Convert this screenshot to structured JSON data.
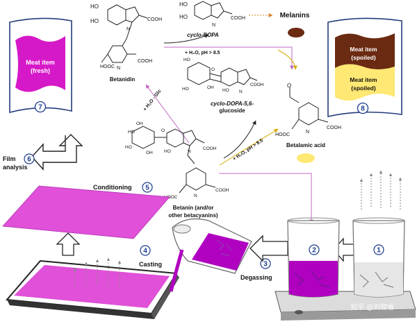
{
  "frames": {
    "fresh": {
      "label_line1": "Meat item",
      "label_line2": "(fresh)",
      "step": "7"
    },
    "spoiled": {
      "top_line1": "Meat item",
      "top_line2": "(spoiled)",
      "bottom_line1": "Meat item",
      "bottom_line2": "(spoiled)",
      "step": "8"
    }
  },
  "molecules": {
    "cyclo_dopa": "cyclo-DOPA",
    "melanins": "Melanins",
    "betanidin": "Betanidin",
    "cyclo_dopa_glucoside_1": "cyclo-DOPA-5,6-",
    "cyclo_dopa_glucoside_2": "glucoside",
    "betalamic_acid": "Betalamic acid",
    "betanin_1": "Betanin (and/or",
    "betanin_2": "other betacyanins)"
  },
  "reactions": {
    "hydrolysis_top": "+ H₂O, pH > 8.5",
    "deglycosylation": "+ H₂O - Glc",
    "hydrolysis_bottom": "+ H₂O, pH > 8.5"
  },
  "steps": {
    "s1": "1",
    "s2": "2",
    "s3": "3",
    "s4": "4",
    "s5": "5",
    "s6": "6",
    "degassing": "Degassing",
    "casting": "Casting",
    "conditioning": "Conditioning",
    "film_analysis_1": "Film",
    "film_analysis_2": "analysis"
  },
  "watermark": "知乎 @刘智睿",
  "colors": {
    "magenta": "#d619c8",
    "brown": "#6b2a12",
    "yellow": "#ffe873",
    "frame": "#233b7a",
    "beaker_purple": "#b000c0"
  }
}
